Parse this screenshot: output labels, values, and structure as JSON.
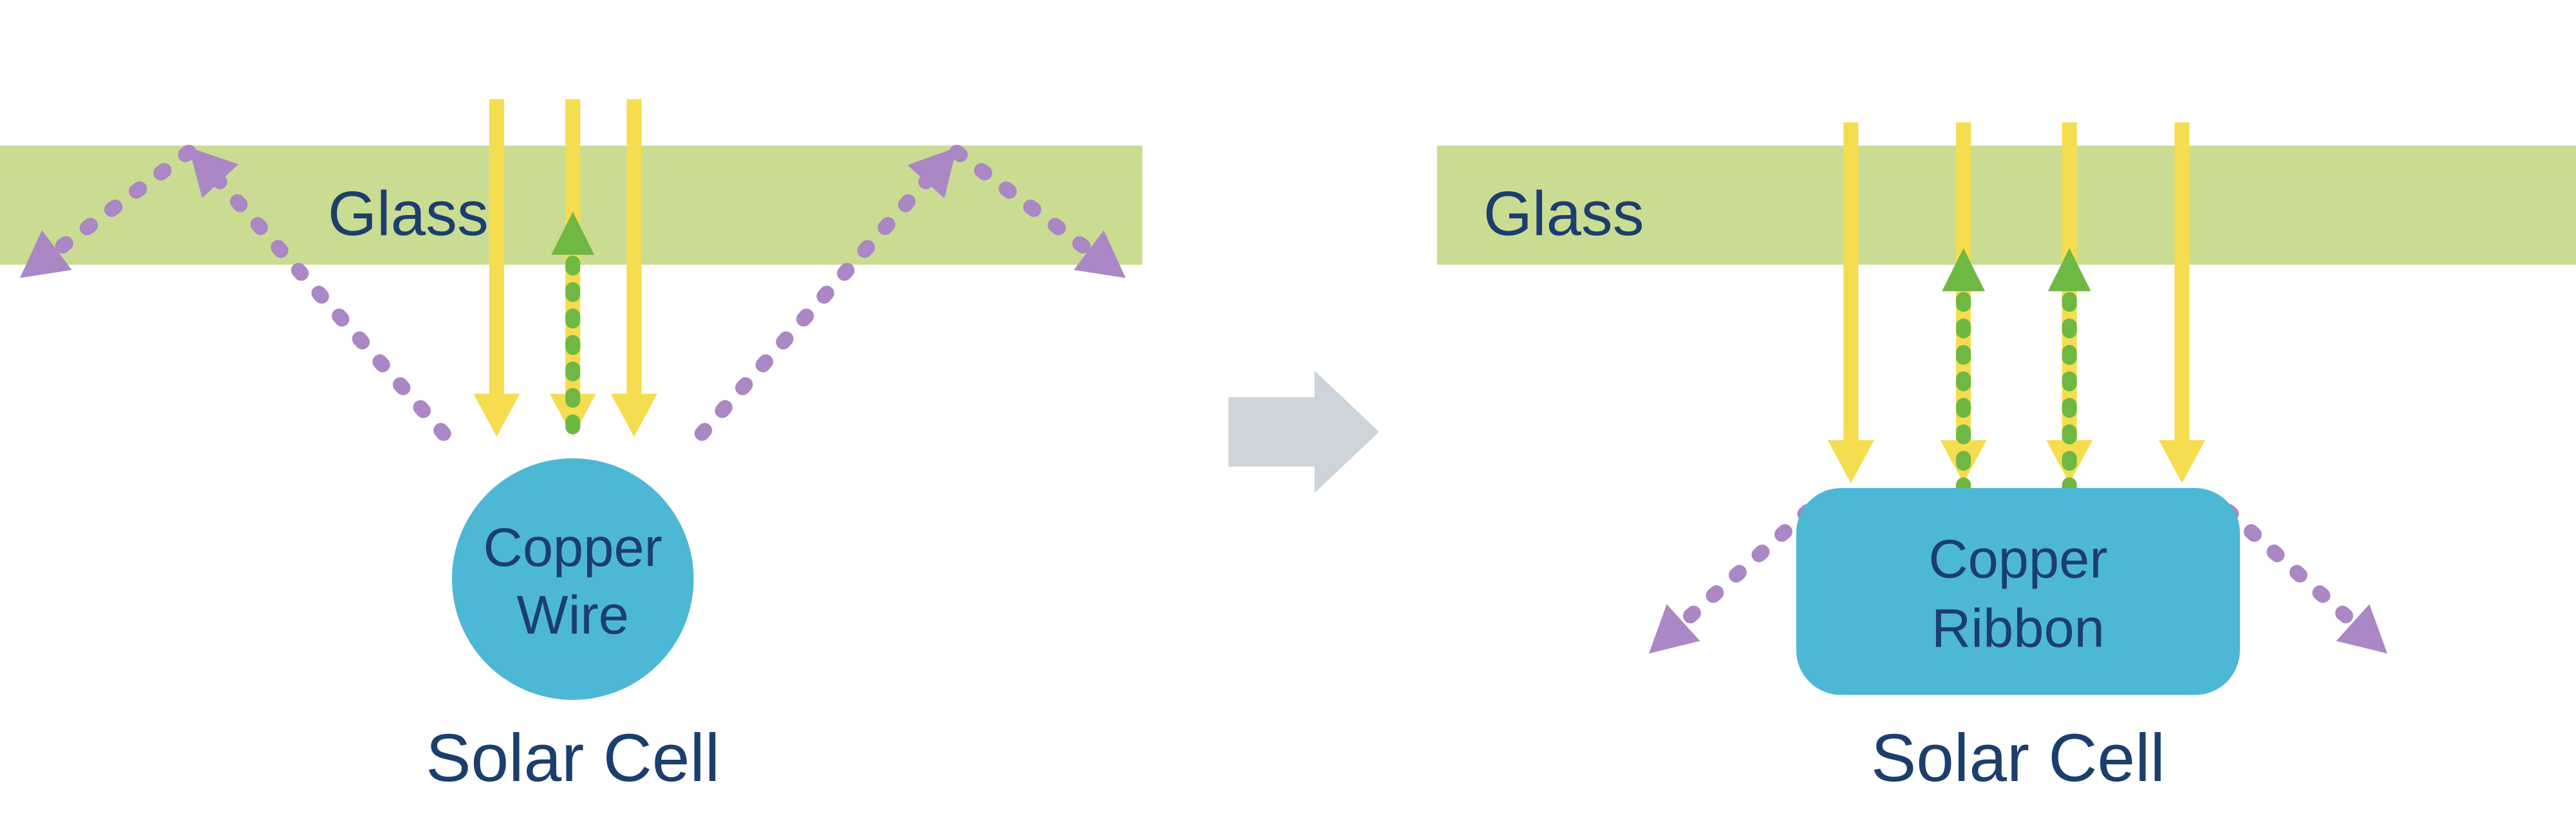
{
  "diagram": {
    "left": {
      "glass_label": "Glass",
      "conductor_line1": "Copper",
      "conductor_line2": "Wire",
      "cell_label": "Solar Cell"
    },
    "right": {
      "glass_label": "Glass",
      "conductor_line1": "Copper",
      "conductor_line2": "Ribbon",
      "cell_label": "Solar Cell"
    },
    "colors": {
      "glass_green": "#c9dc91",
      "text_navy": "#1c3e6e",
      "sunlight_yellow": "#f5dd4f",
      "reflected_green": "#6fb844",
      "scattered_purple": "#ab87c5",
      "copper_cyan": "#4db8d6",
      "transition_gray": "#cdd4da",
      "background": "#ffffff"
    },
    "icons": {
      "sunlight_arrow": "arrow-down",
      "reflected_arrow": "arrow-up-dashed",
      "scattered_arrow": "arrow-diagonal-dashed",
      "transition_arrow": "arrow-right-block"
    }
  }
}
